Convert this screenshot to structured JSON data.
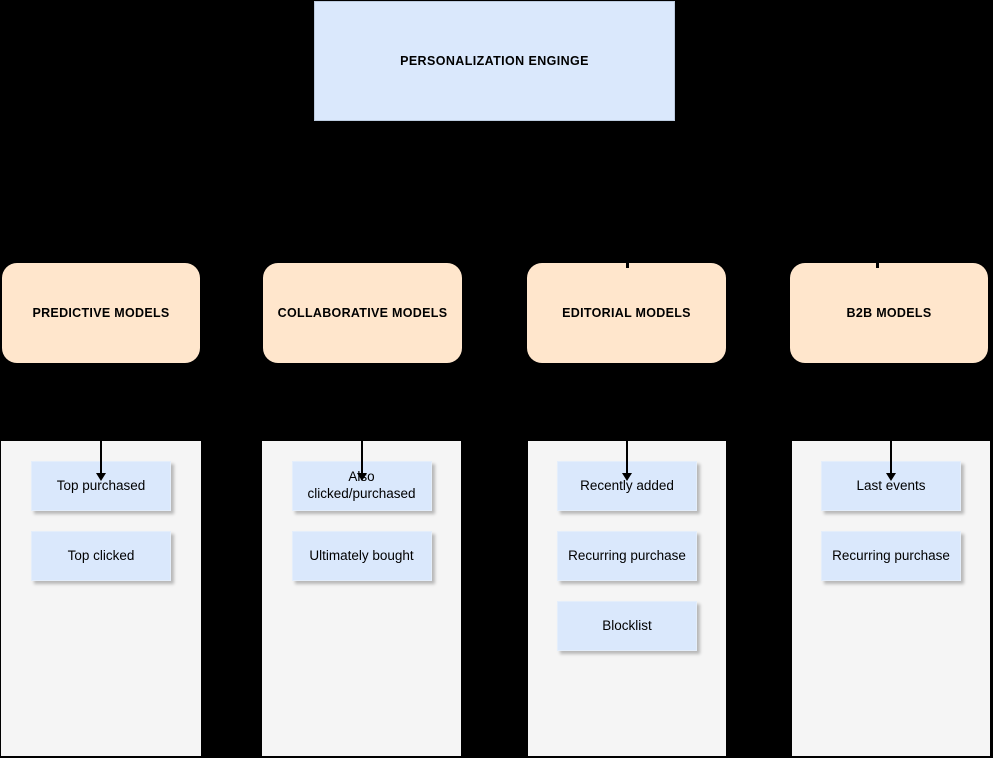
{
  "root": {
    "title": "PERSONALIZATION ENGINGE"
  },
  "columns": [
    {
      "title": "PREDICTIVE MODELS",
      "items": [
        "Top purchased",
        "Top clicked"
      ]
    },
    {
      "title": "COLLABORATIVE MODELS",
      "items": [
        "Also\nclicked/purchased",
        "Ultimately bought"
      ]
    },
    {
      "title": "EDITORIAL MODELS",
      "items": [
        "Recently added",
        "Recurring purchase",
        "Blocklist"
      ]
    },
    {
      "title": "B2B MODELS",
      "items": [
        "Last events",
        "Recurring purchase"
      ]
    }
  ],
  "colors": {
    "background": "#000000",
    "node_blue_fill": "#dae8fc",
    "node_orange_fill": "#ffe6cc",
    "panel_gray_fill": "#f5f5f5",
    "line_and_text": "#000000"
  }
}
